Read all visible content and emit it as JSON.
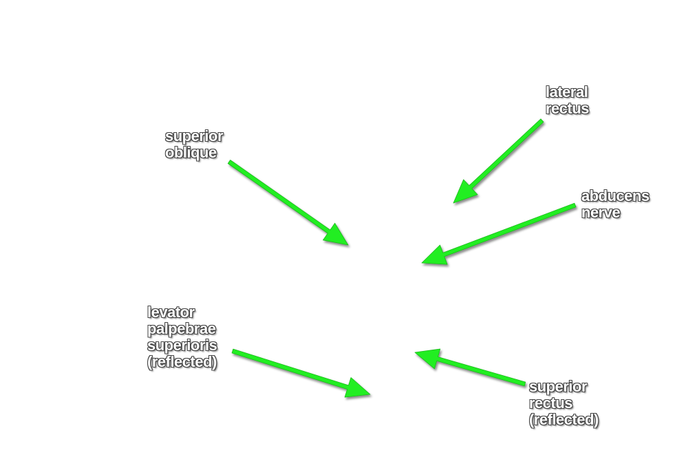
{
  "labels": {
    "superior_oblique": [
      "superior",
      "oblique"
    ],
    "lateral_rectus": [
      "lateral",
      "rectus"
    ],
    "abducens_nerve": [
      "abducens",
      "nerve"
    ],
    "levator": [
      "levator",
      "palpebrae",
      "superioris",
      "(reflected)"
    ],
    "superior_rectus": [
      "superior",
      "rectus",
      "(reflected)"
    ]
  },
  "colors": {
    "arrow": "#22ee22",
    "label_text": "#ffffff",
    "label_outline": "#444444",
    "background": "#ffffff"
  }
}
